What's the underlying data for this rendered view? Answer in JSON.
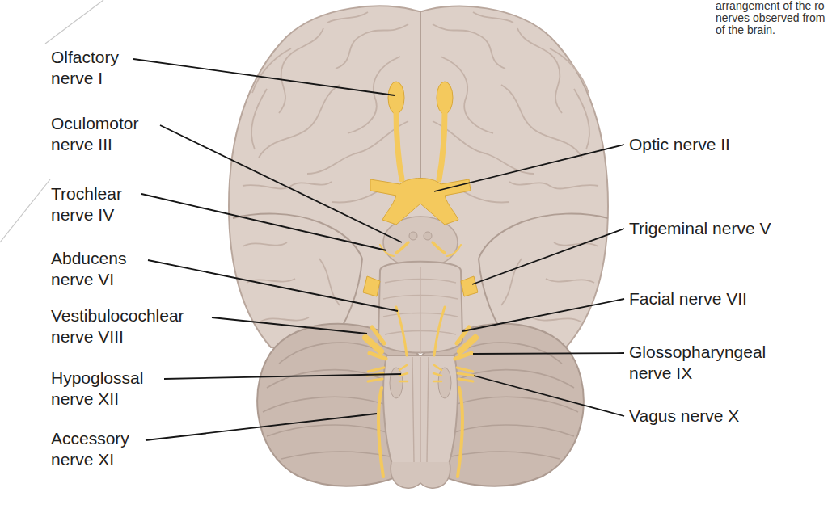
{
  "diagram": {
    "labels": [
      "arrangement of the ro nerves observed from of the brain.",
      "Olfactory nerve I",
      "Oculomotor nerve III",
      "Trochlear nerve IV",
      "Abducens nerve VI",
      "Vestibulocochlear nerve VIII",
      "Hypoglossal nerve XII",
      "Accessory nerve XI",
      "Optic nerve II",
      "Trigeminal nerve V",
      "Facial nerve VII",
      "Glossopharyngeal nerve IX",
      "Vagus nerve X"
    ]
  }
}
